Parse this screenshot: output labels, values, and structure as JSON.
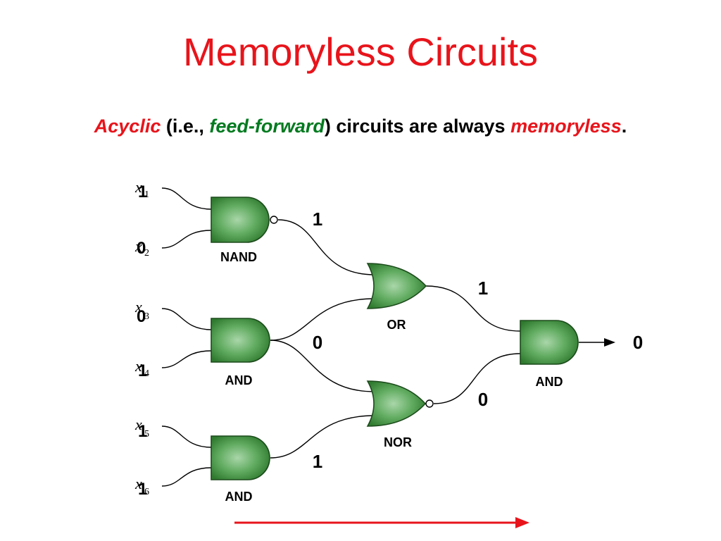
{
  "title": "Memoryless Circuits",
  "subtitle": {
    "part1": "Acyclic",
    "part2": " (i.e., ",
    "part3": "feed-forward",
    "part4": ") circuits are always ",
    "part5": "memoryless",
    "part6": "."
  },
  "colors": {
    "title": "#e8141b",
    "emphasis_red": "#e8141b",
    "emphasis_green": "#007a1f",
    "gate_fill": "#4f9a4f",
    "arrow_red": "#e8141b"
  },
  "inputs": [
    {
      "var": "x",
      "sub": "1",
      "value": "1"
    },
    {
      "var": "x",
      "sub": "2",
      "value": "0"
    },
    {
      "var": "x",
      "sub": "3",
      "value": "0"
    },
    {
      "var": "x",
      "sub": "4",
      "value": "1"
    },
    {
      "var": "x",
      "sub": "5",
      "value": "1"
    },
    {
      "var": "x",
      "sub": "6",
      "value": "1"
    }
  ],
  "gates": {
    "nand": "NAND",
    "and1": "AND",
    "and2": "AND",
    "or": "OR",
    "nor": "NOR",
    "and_out": "AND"
  },
  "signals": {
    "nand_out": "1",
    "and1_out": "0",
    "and2_out": "1",
    "or_out": "1",
    "nor_out": "0",
    "final_out": "0"
  }
}
